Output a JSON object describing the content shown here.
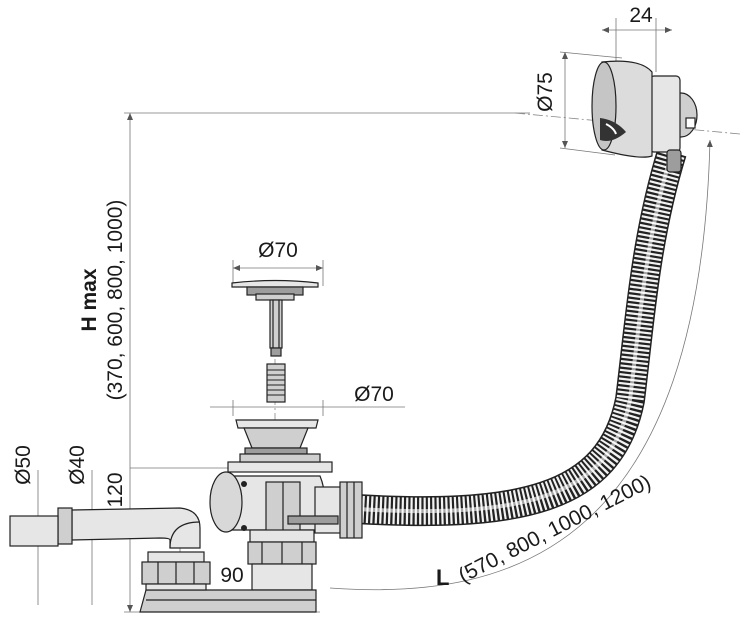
{
  "dimensions": {
    "overflow_depth": "24",
    "overflow_diameter": "Ø75",
    "plug_diameter": "Ø70",
    "waste_diameter": "Ø70",
    "outlet_diameter_outer": "Ø50",
    "outlet_diameter_inner": "Ø40",
    "trap_height": "120",
    "outlet_offset": "90",
    "height_label": "H max",
    "height_values": "(370, 600, 800, 1000)",
    "length_label": "L",
    "length_values": "(570, 800, 1000, 1200)"
  },
  "colors": {
    "line": "#222222",
    "dimension": "#777777",
    "part_fill": "#cfcfcf",
    "part_light": "#e6e6e6",
    "part_dark": "#9d9d9d"
  }
}
